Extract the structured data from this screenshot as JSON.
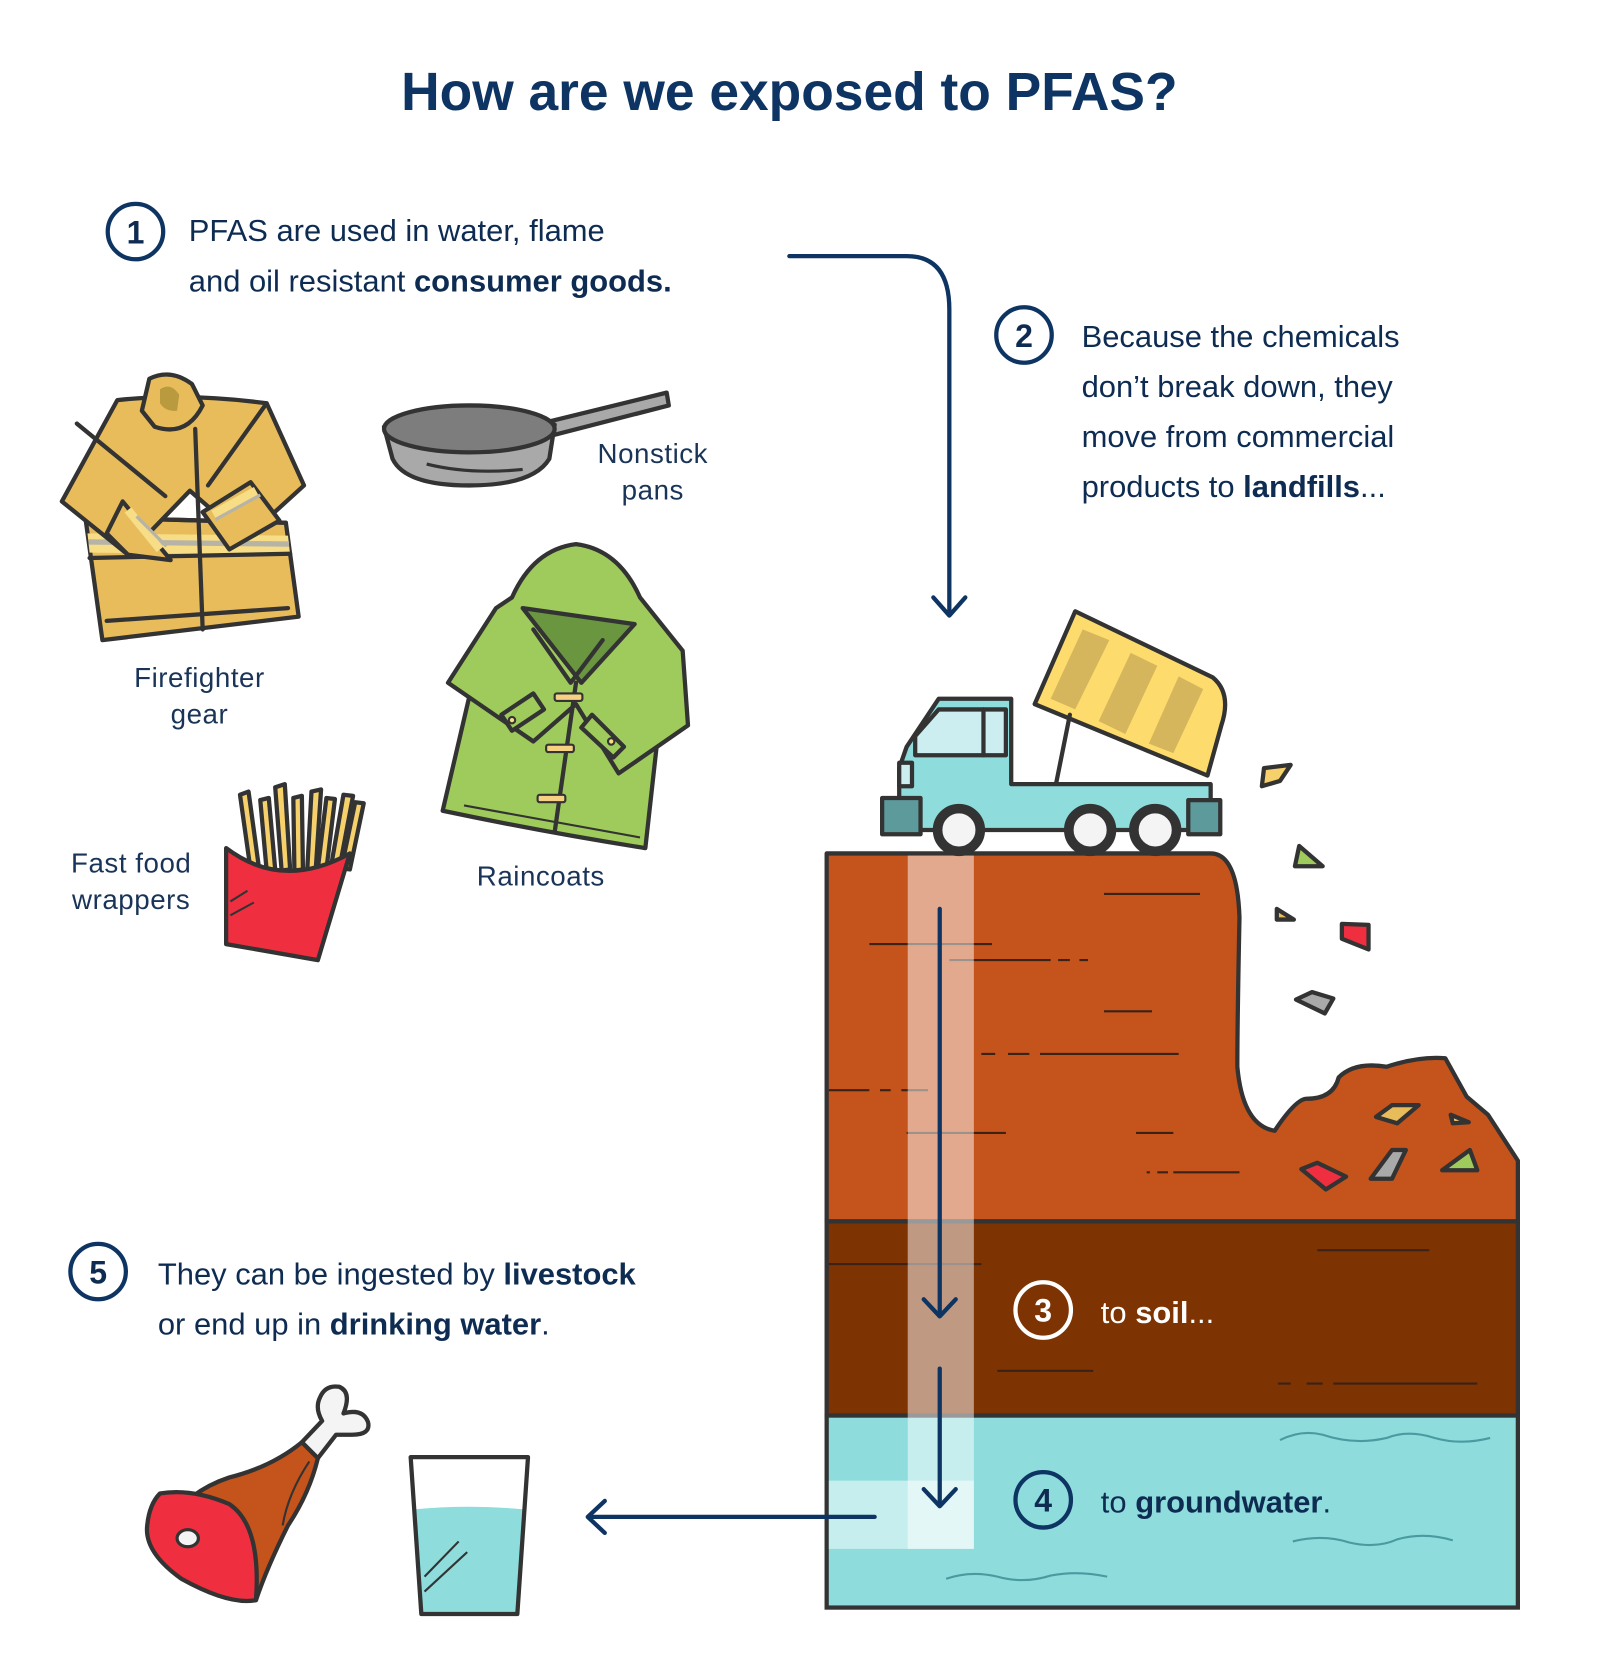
{
  "title": "How are we exposed to PFAS?",
  "colors": {
    "navy": "#0d3462",
    "topsoil": "#c5531c",
    "subsoil": "#7e3303",
    "groundwater": "#8edcdc",
    "outline": "#333333",
    "jacket_yellow": "#e8bc5b",
    "raincoat_green": "#9fcb5c",
    "fries_red": "#ef2f3f",
    "truck_teal": "#8fdcdc",
    "dump_bed_yellow": "#fddb6c"
  },
  "steps": [
    {
      "number": "1",
      "lines": [
        [
          {
            "text": "PFAS are used in water, flame",
            "bold": false
          }
        ],
        [
          {
            "text": "and oil resistant ",
            "bold": false
          },
          {
            "text": "consumer goods.",
            "bold": true
          }
        ]
      ]
    },
    {
      "number": "2",
      "lines": [
        [
          {
            "text": "Because the chemicals",
            "bold": false
          }
        ],
        [
          {
            "text": "don’t break down, they",
            "bold": false
          }
        ],
        [
          {
            "text": "move from commercial",
            "bold": false
          }
        ],
        [
          {
            "text": "products to ",
            "bold": false
          },
          {
            "text": "landfills",
            "bold": true
          },
          {
            "text": "...",
            "bold": false
          }
        ]
      ]
    },
    {
      "number": "3",
      "lines": [
        [
          {
            "text": "to ",
            "bold": false
          },
          {
            "text": "soil",
            "bold": true
          },
          {
            "text": "...",
            "bold": false
          }
        ]
      ]
    },
    {
      "number": "4",
      "lines": [
        [
          {
            "text": "to ",
            "bold": false
          },
          {
            "text": "groundwater",
            "bold": true
          },
          {
            "text": ".",
            "bold": false
          }
        ]
      ]
    },
    {
      "number": "5",
      "lines": [
        [
          {
            "text": "They can be ingested by ",
            "bold": false
          },
          {
            "text": "livestock",
            "bold": true
          }
        ],
        [
          {
            "text": "or end up in ",
            "bold": false
          },
          {
            "text": "drinking water",
            "bold": true
          },
          {
            "text": ".",
            "bold": false
          }
        ]
      ]
    }
  ],
  "products": [
    {
      "id": "firefighter-gear",
      "label_lines": [
        "Firefighter",
        "gear"
      ]
    },
    {
      "id": "nonstick-pans",
      "label_lines": [
        "Nonstick",
        "pans"
      ]
    },
    {
      "id": "raincoats",
      "label_lines": [
        "Raincoats"
      ]
    },
    {
      "id": "fast-food-wrappers",
      "label_lines": [
        "Fast food",
        "wrappers"
      ]
    }
  ],
  "outcomes": [
    {
      "id": "livestock",
      "icon": "meat-drumstick-icon"
    },
    {
      "id": "drinking-water",
      "icon": "water-glass-icon"
    }
  ]
}
